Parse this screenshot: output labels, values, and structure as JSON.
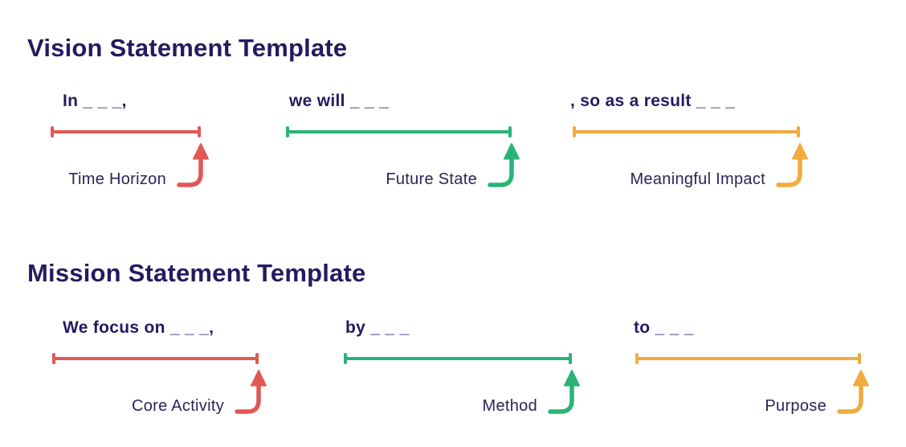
{
  "page": {
    "background": "#ffffff"
  },
  "colors": {
    "heading_text": "#251a60",
    "label_text": "#2a2459",
    "red": "#e05856",
    "green": "#29b474",
    "orange": "#f0ac3e"
  },
  "icons": {
    "arrow": "curved-up-arrow-icon"
  },
  "sections": [
    {
      "title": "Vision Statement Template",
      "segments": [
        {
          "phrase": "In _ _ _,",
          "label": "Time Horizon",
          "color": "red"
        },
        {
          "phrase": "we will _ _ _",
          "label": "Future State",
          "color": "green"
        },
        {
          "phrase": ", so as a result _ _ _",
          "label": "Meaningful Impact",
          "color": "orange"
        }
      ]
    },
    {
      "title": "Mission Statement Template",
      "segments": [
        {
          "phrase": "We focus on _ _ _,",
          "label": "Core Activity",
          "color": "red"
        },
        {
          "phrase": "by _ _ _",
          "label": "Method",
          "color": "green"
        },
        {
          "phrase": "to _ _ _",
          "label": "Purpose",
          "color": "orange"
        }
      ]
    }
  ]
}
